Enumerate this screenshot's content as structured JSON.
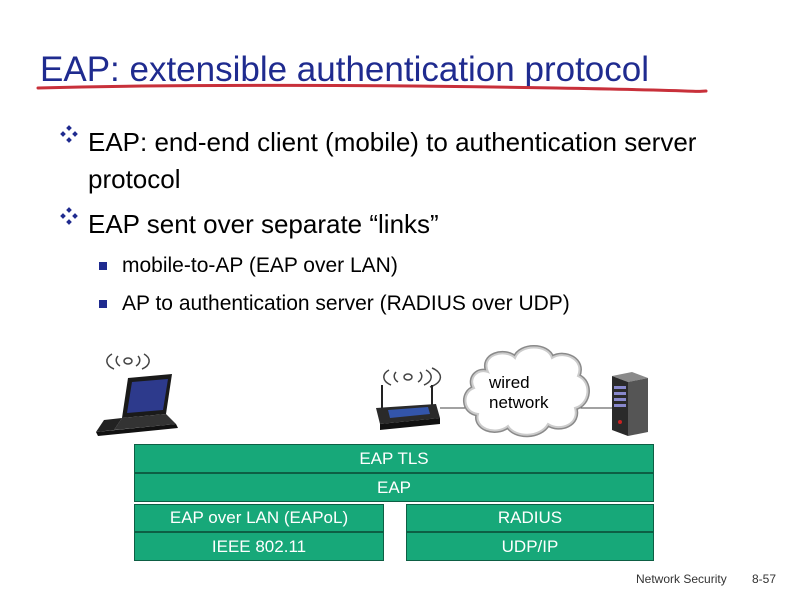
{
  "title": "EAP: extensible authentication protocol",
  "bullets": [
    {
      "text": "EAP: end-end client (mobile) to authentication server protocol"
    },
    {
      "text": "EAP sent over separate “links”",
      "sub": [
        "mobile-to-AP (EAP over LAN)",
        "AP to authentication server (RADIUS over UDP)"
      ]
    }
  ],
  "cloud": {
    "line1": "wired",
    "line2": "network"
  },
  "layers": {
    "eap_tls": "EAP TLS",
    "eap": "EAP",
    "eapol": "EAP over LAN (EAPoL)",
    "ieee": "IEEE 802.11",
    "radius": "RADIUS",
    "udp": "UDP/IP"
  },
  "footer": {
    "left": "Network Security",
    "right": "8-57"
  },
  "colors": {
    "title": "#1f2b8f",
    "layer_fill": "#17a879",
    "underline": "#c8303a"
  }
}
